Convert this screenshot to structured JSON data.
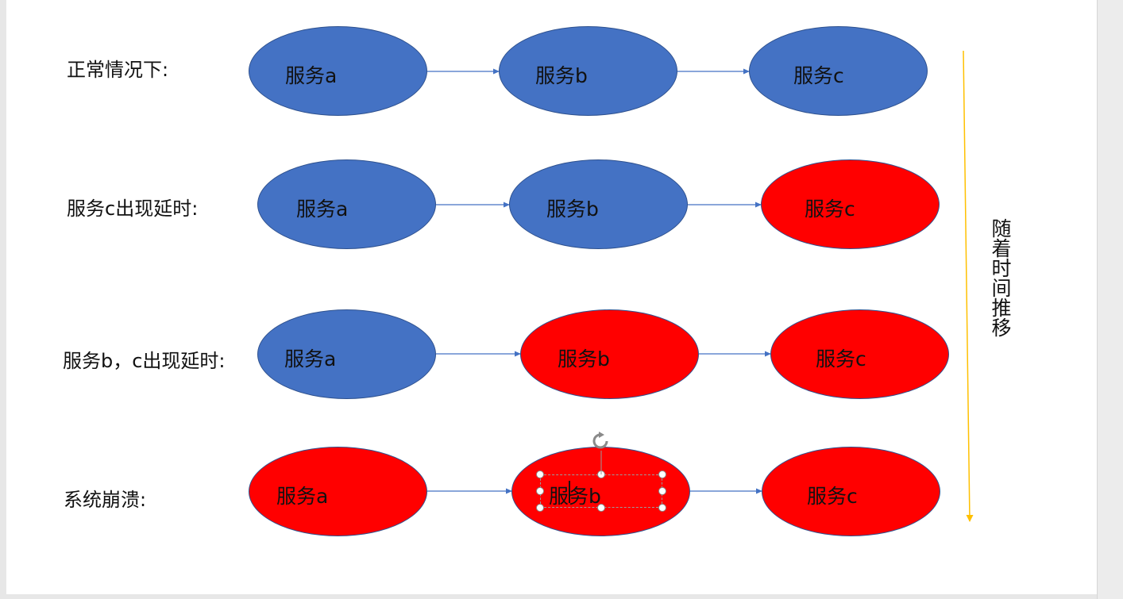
{
  "rows": [
    {
      "label": "正常情况下:",
      "nodes": [
        {
          "text": "服务a",
          "state": "blue"
        },
        {
          "text": "服务b",
          "state": "blue"
        },
        {
          "text": "服务c",
          "state": "blue"
        }
      ]
    },
    {
      "label": "服务c出现延时:",
      "nodes": [
        {
          "text": "服务a",
          "state": "blue"
        },
        {
          "text": "服务b",
          "state": "blue"
        },
        {
          "text": "服务c",
          "state": "red"
        }
      ]
    },
    {
      "label": "服务b，c出现延时:",
      "nodes": [
        {
          "text": "服务a",
          "state": "blue"
        },
        {
          "text": "服务b",
          "state": "red"
        },
        {
          "text": "服务c",
          "state": "red"
        }
      ]
    },
    {
      "label": "系统崩溃:",
      "nodes": [
        {
          "text": "服务a",
          "state": "red"
        },
        {
          "text": "服务b",
          "state": "red"
        },
        {
          "text": "服务c",
          "state": "red"
        }
      ]
    }
  ],
  "time_axis_label": "随着时间推移",
  "colors": {
    "normal": "#4472c4",
    "delayed": "#ff0000",
    "arrow": "#4472c4",
    "time_arrow": "#ffc000"
  }
}
